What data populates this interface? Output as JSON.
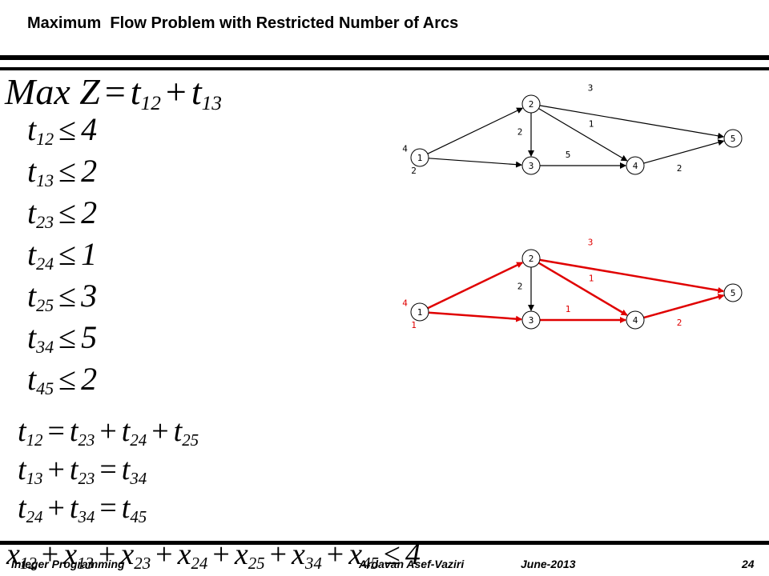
{
  "title": "Maximum  Flow Problem with Restricted Number of Arcs",
  "objective": {
    "lhs": "Max Z",
    "eq": "=",
    "t1": "t",
    "s1": "12",
    "plus": "+",
    "t2": "t",
    "s2": "13"
  },
  "constraints": [
    {
      "var": "t",
      "sub": "12",
      "op": "≤",
      "rhs": "4"
    },
    {
      "var": "t",
      "sub": "13",
      "op": "≤",
      "rhs": "2"
    },
    {
      "var": "t",
      "sub": "23",
      "op": "≤",
      "rhs": "2"
    },
    {
      "var": "t",
      "sub": "24",
      "op": "≤",
      "rhs": "1"
    },
    {
      "var": "t",
      "sub": "25",
      "op": "≤",
      "rhs": "3"
    },
    {
      "var": "t",
      "sub": "34",
      "op": "≤",
      "rhs": "5"
    },
    {
      "var": "t",
      "sub": "45",
      "op": "≤",
      "rhs": "2"
    }
  ],
  "balance": [
    {
      "l1": "t",
      "ls1": "12",
      "l2": "",
      "ls2": "",
      "eq": "=",
      "r1": "t",
      "rs1": "23",
      "r2": "t",
      "rs2": "24",
      "r3": "t",
      "rs3": "25"
    },
    {
      "l1": "t",
      "ls1": "13",
      "l2": "t",
      "ls2": "23",
      "eq": "=",
      "r1": "t",
      "rs1": "34",
      "r2": "",
      "rs2": "",
      "r3": "",
      "rs3": ""
    },
    {
      "l1": "t",
      "ls1": "24",
      "l2": "t",
      "ls2": "34",
      "eq": "=",
      "r1": "t",
      "rs1": "45",
      "r2": "",
      "rs2": "",
      "r3": "",
      "rs3": ""
    }
  ],
  "bottom_eq": {
    "x": "x",
    "s1": "12",
    "s2": "13",
    "s3": "23",
    "s4": "24",
    "s5": "25",
    "s6": "34",
    "s7": "45",
    "plus": "+",
    "op": "≤",
    "rhs": "4"
  },
  "footer": {
    "left": "Integer Programming",
    "center": "Ardavan Asef-Vaziri",
    "date": "June-2013",
    "page": "24"
  },
  "colors": {
    "flow": "#e00000",
    "ink": "#000000"
  },
  "networks": [
    {
      "name": "capacity-network",
      "nodes": [
        {
          "id": "1"
        },
        {
          "id": "2"
        },
        {
          "id": "3"
        },
        {
          "id": "4"
        },
        {
          "id": "5"
        }
      ],
      "edges": [
        {
          "from": "1",
          "to": "2",
          "label": "4",
          "flow": false
        },
        {
          "from": "1",
          "to": "3",
          "label": "2",
          "flow": false
        },
        {
          "from": "2",
          "to": "3",
          "label": "2",
          "flow": false
        },
        {
          "from": "2",
          "to": "4",
          "label": "1",
          "flow": false
        },
        {
          "from": "2",
          "to": "5",
          "label": "3",
          "flow": false
        },
        {
          "from": "3",
          "to": "4",
          "label": "5",
          "flow": false
        },
        {
          "from": "4",
          "to": "5",
          "label": "2",
          "flow": false
        }
      ]
    },
    {
      "name": "flow-network",
      "nodes": [
        {
          "id": "1"
        },
        {
          "id": "2"
        },
        {
          "id": "3"
        },
        {
          "id": "4"
        },
        {
          "id": "5"
        }
      ],
      "edges": [
        {
          "from": "1",
          "to": "2",
          "label": "4",
          "flow": true
        },
        {
          "from": "1",
          "to": "3",
          "label": "1",
          "flow": true
        },
        {
          "from": "2",
          "to": "3",
          "label": "2",
          "flow": false
        },
        {
          "from": "2",
          "to": "4",
          "label": "1",
          "flow": true
        },
        {
          "from": "2",
          "to": "5",
          "label": "3",
          "flow": true
        },
        {
          "from": "3",
          "to": "4",
          "label": "1",
          "flow": true
        },
        {
          "from": "4",
          "to": "5",
          "label": "2",
          "flow": true
        }
      ]
    }
  ]
}
